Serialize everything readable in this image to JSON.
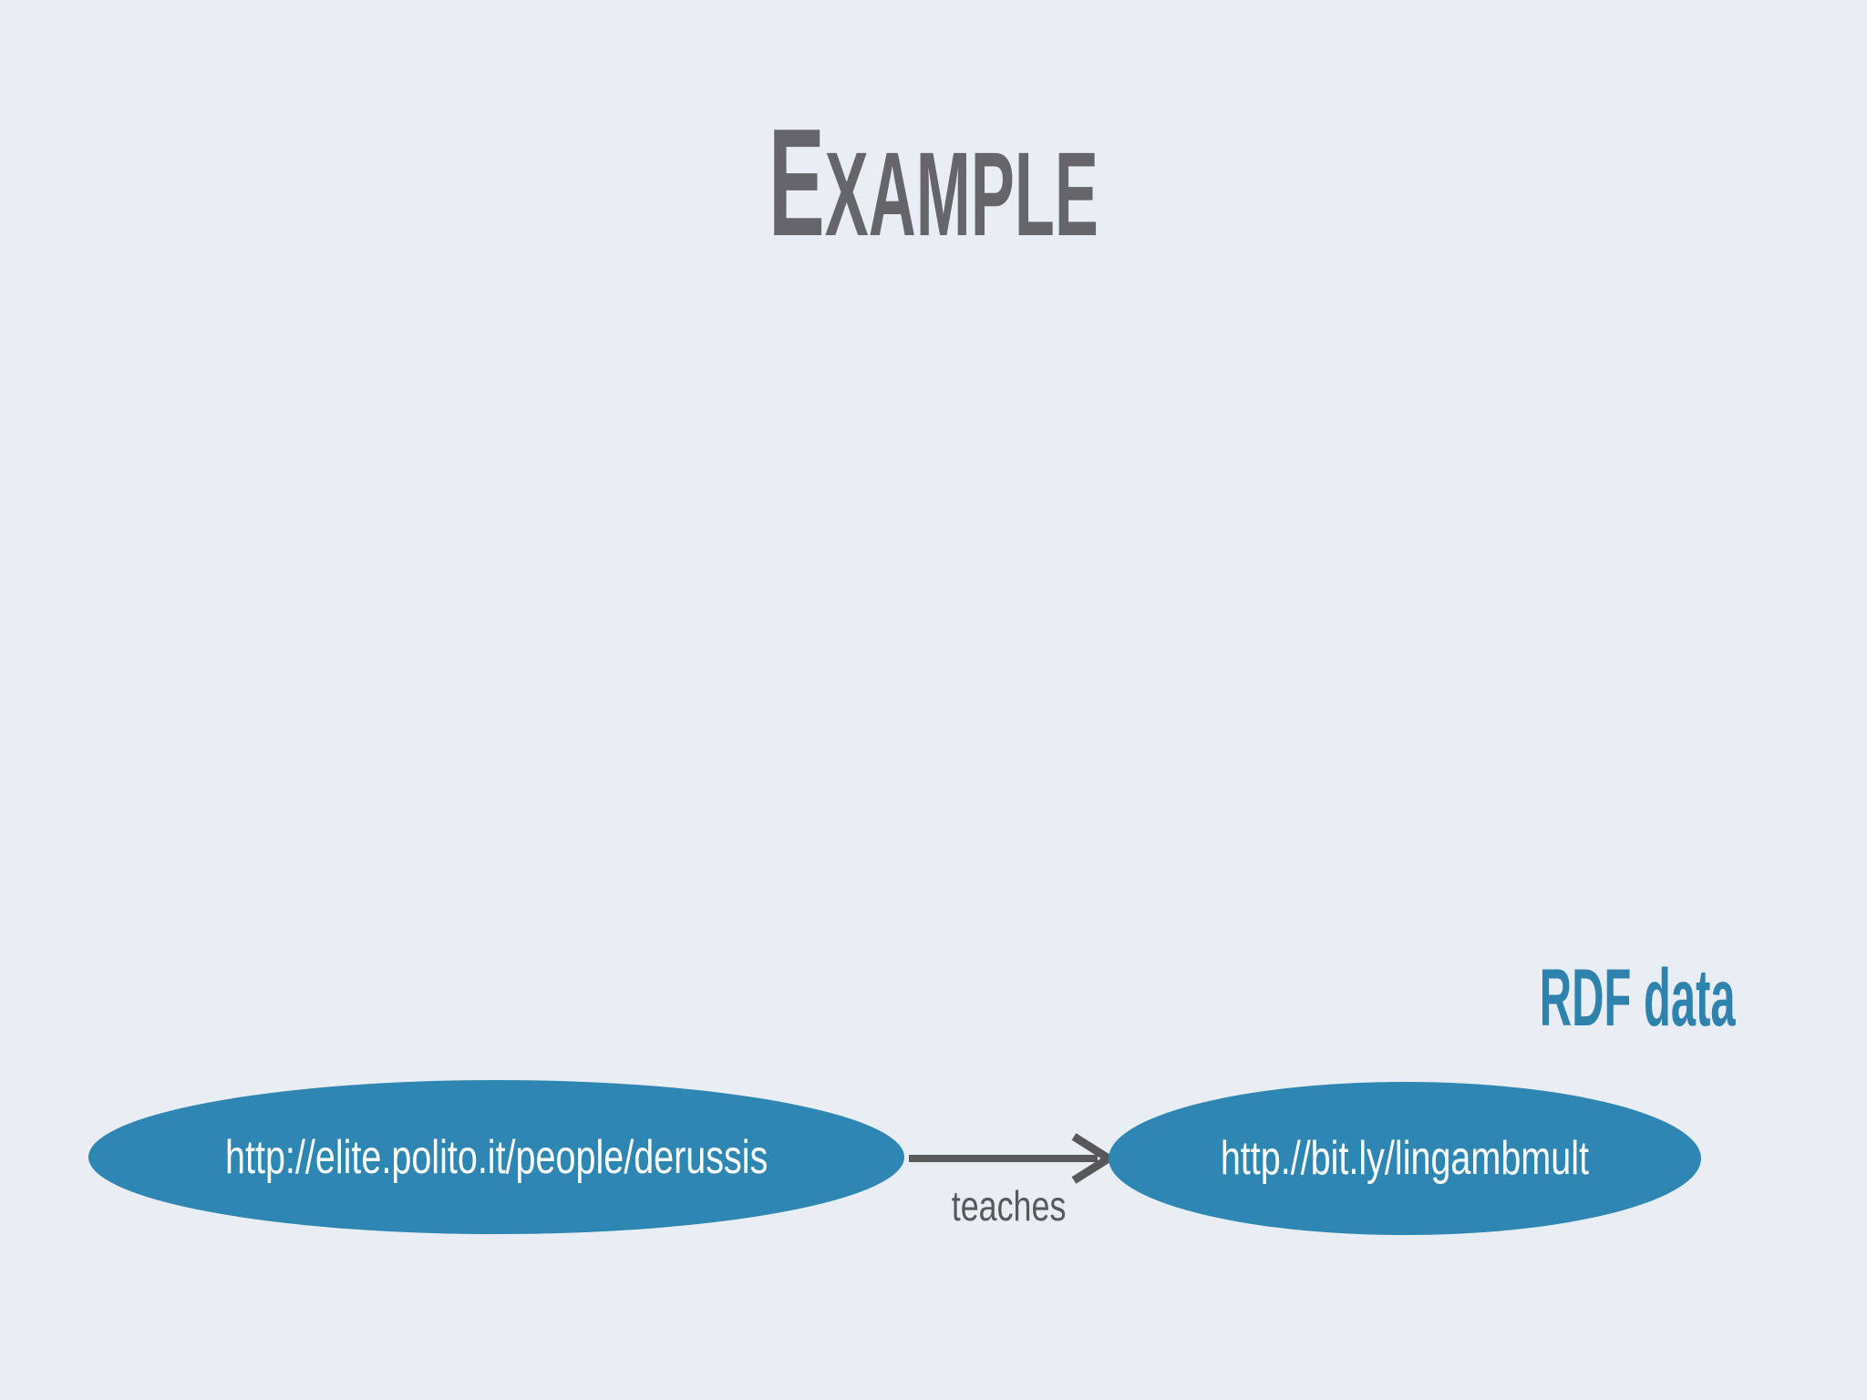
{
  "slide": {
    "title": {
      "initial": "E",
      "rest": "XAMPLE"
    },
    "section_label": "RDF data",
    "diagram": {
      "subject_uri": "http://elite.polito.it/people/derussis",
      "predicate_label": "teaches",
      "object_uri": "http.//bit.ly/lingambmult"
    },
    "colors": {
      "background": "#E9EDF4",
      "node_fill": "#2E86B2",
      "node_text": "#FFFFFF",
      "title_text": "#65656A",
      "edge": "#58585A",
      "section_label_text": "#2E82AE"
    }
  }
}
